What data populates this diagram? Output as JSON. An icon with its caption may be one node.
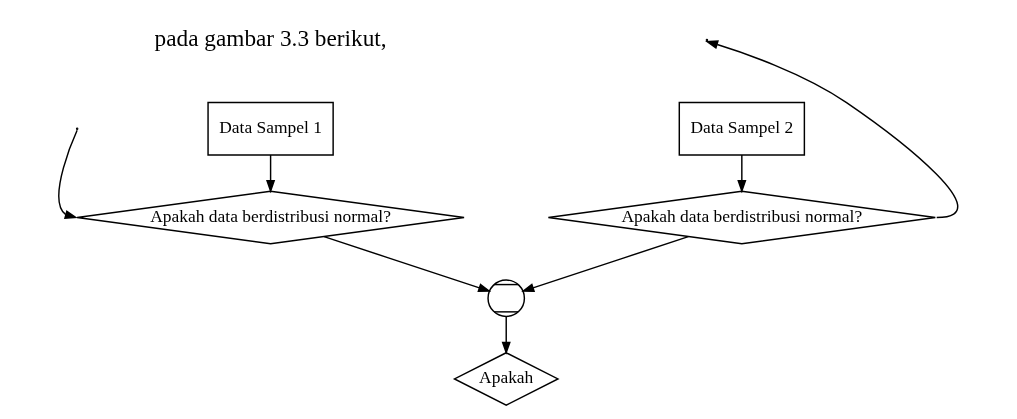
{
  "diagram": {
    "nodes": [
      {
        "text": [
          "Data Sampel 1"
        ]
      },
      {
        "text": [
          "Data Sampel 2"
        ]
      },
      {
        "text": [
          "Apakah data berdistribusi normal?"
        ]
      },
      {
        "text": [
          "Apakah data berdistribusi normal?"
        ]
      },
      {
        "text": [],
        "shape": "circle"
      },
      {
        "text": [
          "Apakah"
        ]
      }
    ],
    "edges": [
      {
        "from": 0,
        "to": 2,
        "arrow": "to"
      },
      {
        "from": 1,
        "to": 3,
        "arrow": "to"
      },
      {
        "from": 2,
        "to": 4,
        "arrow": "to"
      },
      {
        "from": 3,
        "to": 4,
        "arrow": "to"
      },
      {
        "from": 4,
        "to": 5,
        "arrow": "to"
      },
      {
        "from": null,
        "to": 2,
        "arrow": "to"
      },
      {
        "from": 3,
        "to": null,
        "arrow": "to"
      }
    ],
    "labels": [
      "pada gambar 3.3 berikut,"
    ]
  }
}
